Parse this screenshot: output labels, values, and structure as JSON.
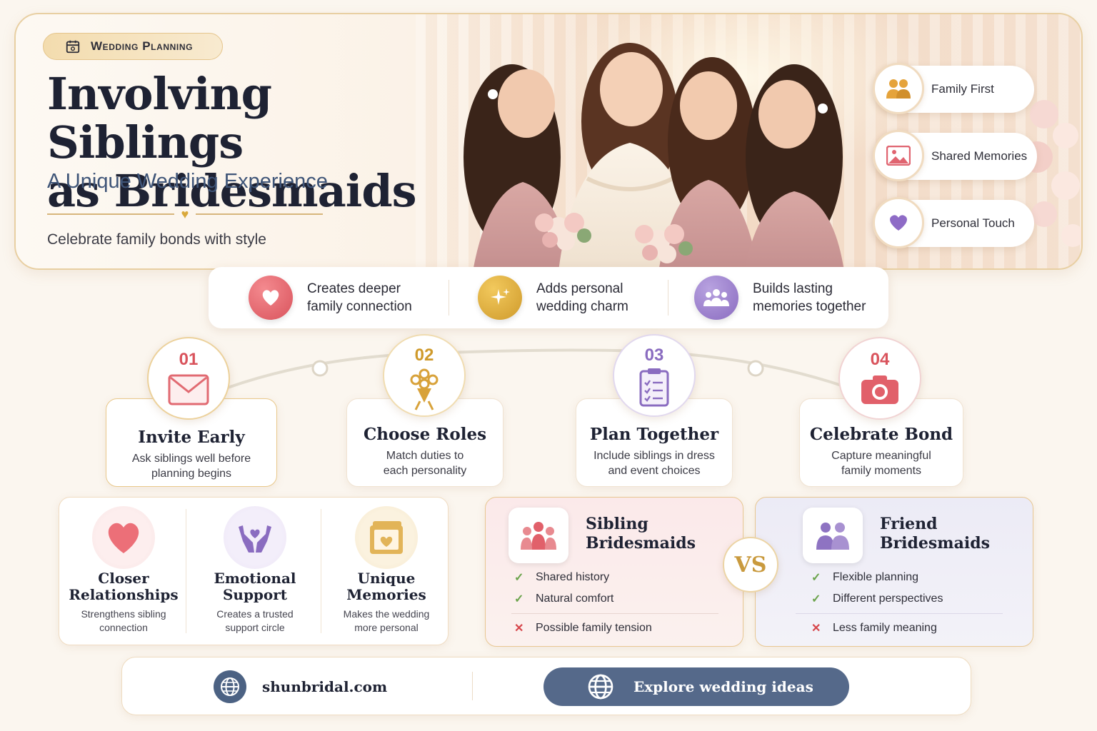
{
  "hero": {
    "badge": "Wedding Planning",
    "title_line1": "Involving Siblings",
    "title_line2": "as Bridesmaids",
    "subtitle": "A Unique Wedding Experience",
    "tagline": "Celebrate family bonds with style",
    "pills": [
      {
        "label": "Family First",
        "icon": "family-icon"
      },
      {
        "label": "Shared Memories",
        "icon": "photo-icon"
      },
      {
        "label": "Personal Touch",
        "icon": "heart-hands-icon"
      }
    ]
  },
  "benefits": [
    {
      "line1": "Creates deeper",
      "line2": "family connection",
      "icon": "heart-icon"
    },
    {
      "line1": "Adds personal",
      "line2": "wedding charm",
      "icon": "sparkle-icon"
    },
    {
      "line1": "Builds lasting",
      "line2": "memories together",
      "icon": "group-icon"
    }
  ],
  "steps": [
    {
      "num": "01",
      "title": "Invite Early",
      "desc1": "Ask siblings well before",
      "desc2": "planning begins",
      "icon": "envelope-icon"
    },
    {
      "num": "02",
      "title": "Choose Roles",
      "desc1": "Match duties to",
      "desc2": "each personality",
      "icon": "bouquet-icon"
    },
    {
      "num": "03",
      "title": "Plan Together",
      "desc1": "Include siblings in dress",
      "desc2": "and event choices",
      "icon": "clipboard-icon"
    },
    {
      "num": "04",
      "title": "Celebrate Bond",
      "desc1": "Capture meaningful",
      "desc2": "family moments",
      "icon": "camera-icon"
    }
  ],
  "features": [
    {
      "title1": "Closer",
      "title2": "Relationships",
      "desc1": "Strengthens sibling",
      "desc2": "connection",
      "icon": "heart-icon"
    },
    {
      "title1": "Emotional",
      "title2": "Support",
      "desc1": "Creates a trusted",
      "desc2": "support circle",
      "icon": "hands-heart-icon"
    },
    {
      "title1": "Unique",
      "title2": "Memories",
      "desc1": "Makes the wedding",
      "desc2": "more personal",
      "icon": "photo-album-icon"
    }
  ],
  "compare": {
    "vs": "VS",
    "sibling": {
      "title1": "Sibling",
      "title2": "Bridesmaids",
      "pros": [
        "Shared history",
        "Natural comfort"
      ],
      "con": "Possible family tension"
    },
    "friend": {
      "title1": "Friend",
      "title2": "Bridesmaids",
      "pros": [
        "Flexible planning",
        "Different perspectives"
      ],
      "con": "Less family meaning"
    }
  },
  "footer": {
    "site": "shunbridal.com",
    "cta": "Explore wedding ideas"
  },
  "colors": {
    "accent_gold": "#d9a93c",
    "rose": "#e0606a",
    "lavender": "#8a6cc0",
    "navy": "#55698a"
  }
}
